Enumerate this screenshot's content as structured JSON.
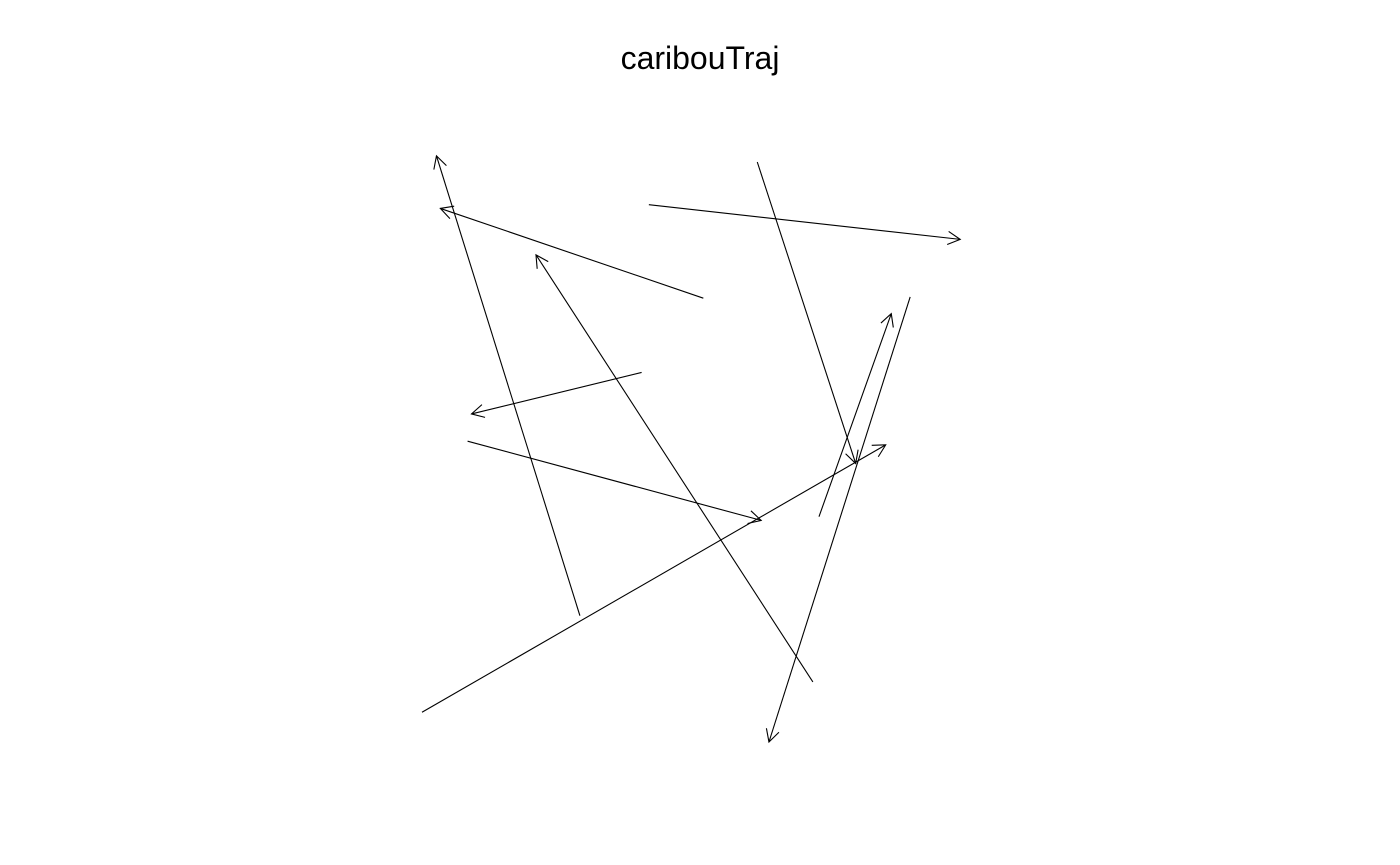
{
  "title": "caribouTraj",
  "colors": {
    "background": "#ffffff",
    "arrow": "#000000"
  },
  "chart_data": {
    "type": "line",
    "title": "caribouTraj",
    "xlabel": "",
    "ylabel": "",
    "axes": false,
    "grid": false,
    "legend": "none",
    "xlim": [
      0,
      100
    ],
    "ylim": [
      0,
      100
    ],
    "segments": [
      {
        "x0": 40.8,
        "y0": 86.8,
        "x1": 96.8,
        "y1": 81.2
      },
      {
        "x0": 60.3,
        "y0": 93.7,
        "x1": 78.0,
        "y1": 45.0
      },
      {
        "x0": 50.6,
        "y0": 71.7,
        "x1": 3.3,
        "y1": 86.2
      },
      {
        "x0": 28.4,
        "y0": 20.4,
        "x1": 2.6,
        "y1": 94.7
      },
      {
        "x0": 71.4,
        "y0": 36.4,
        "x1": 84.4,
        "y1": 69.2
      },
      {
        "x0": 39.5,
        "y0": 59.7,
        "x1": 8.9,
        "y1": 53.0
      },
      {
        "x0": 8.2,
        "y0": 48.6,
        "x1": 61.0,
        "y1": 35.8
      },
      {
        "x0": 0.0,
        "y0": 4.8,
        "x1": 83.4,
        "y1": 48.0
      },
      {
        "x0": 87.8,
        "y0": 71.9,
        "x1": 62.4,
        "y1": 0.0
      },
      {
        "x0": 70.3,
        "y0": 9.7,
        "x1": 20.5,
        "y1": 78.7
      }
    ]
  }
}
